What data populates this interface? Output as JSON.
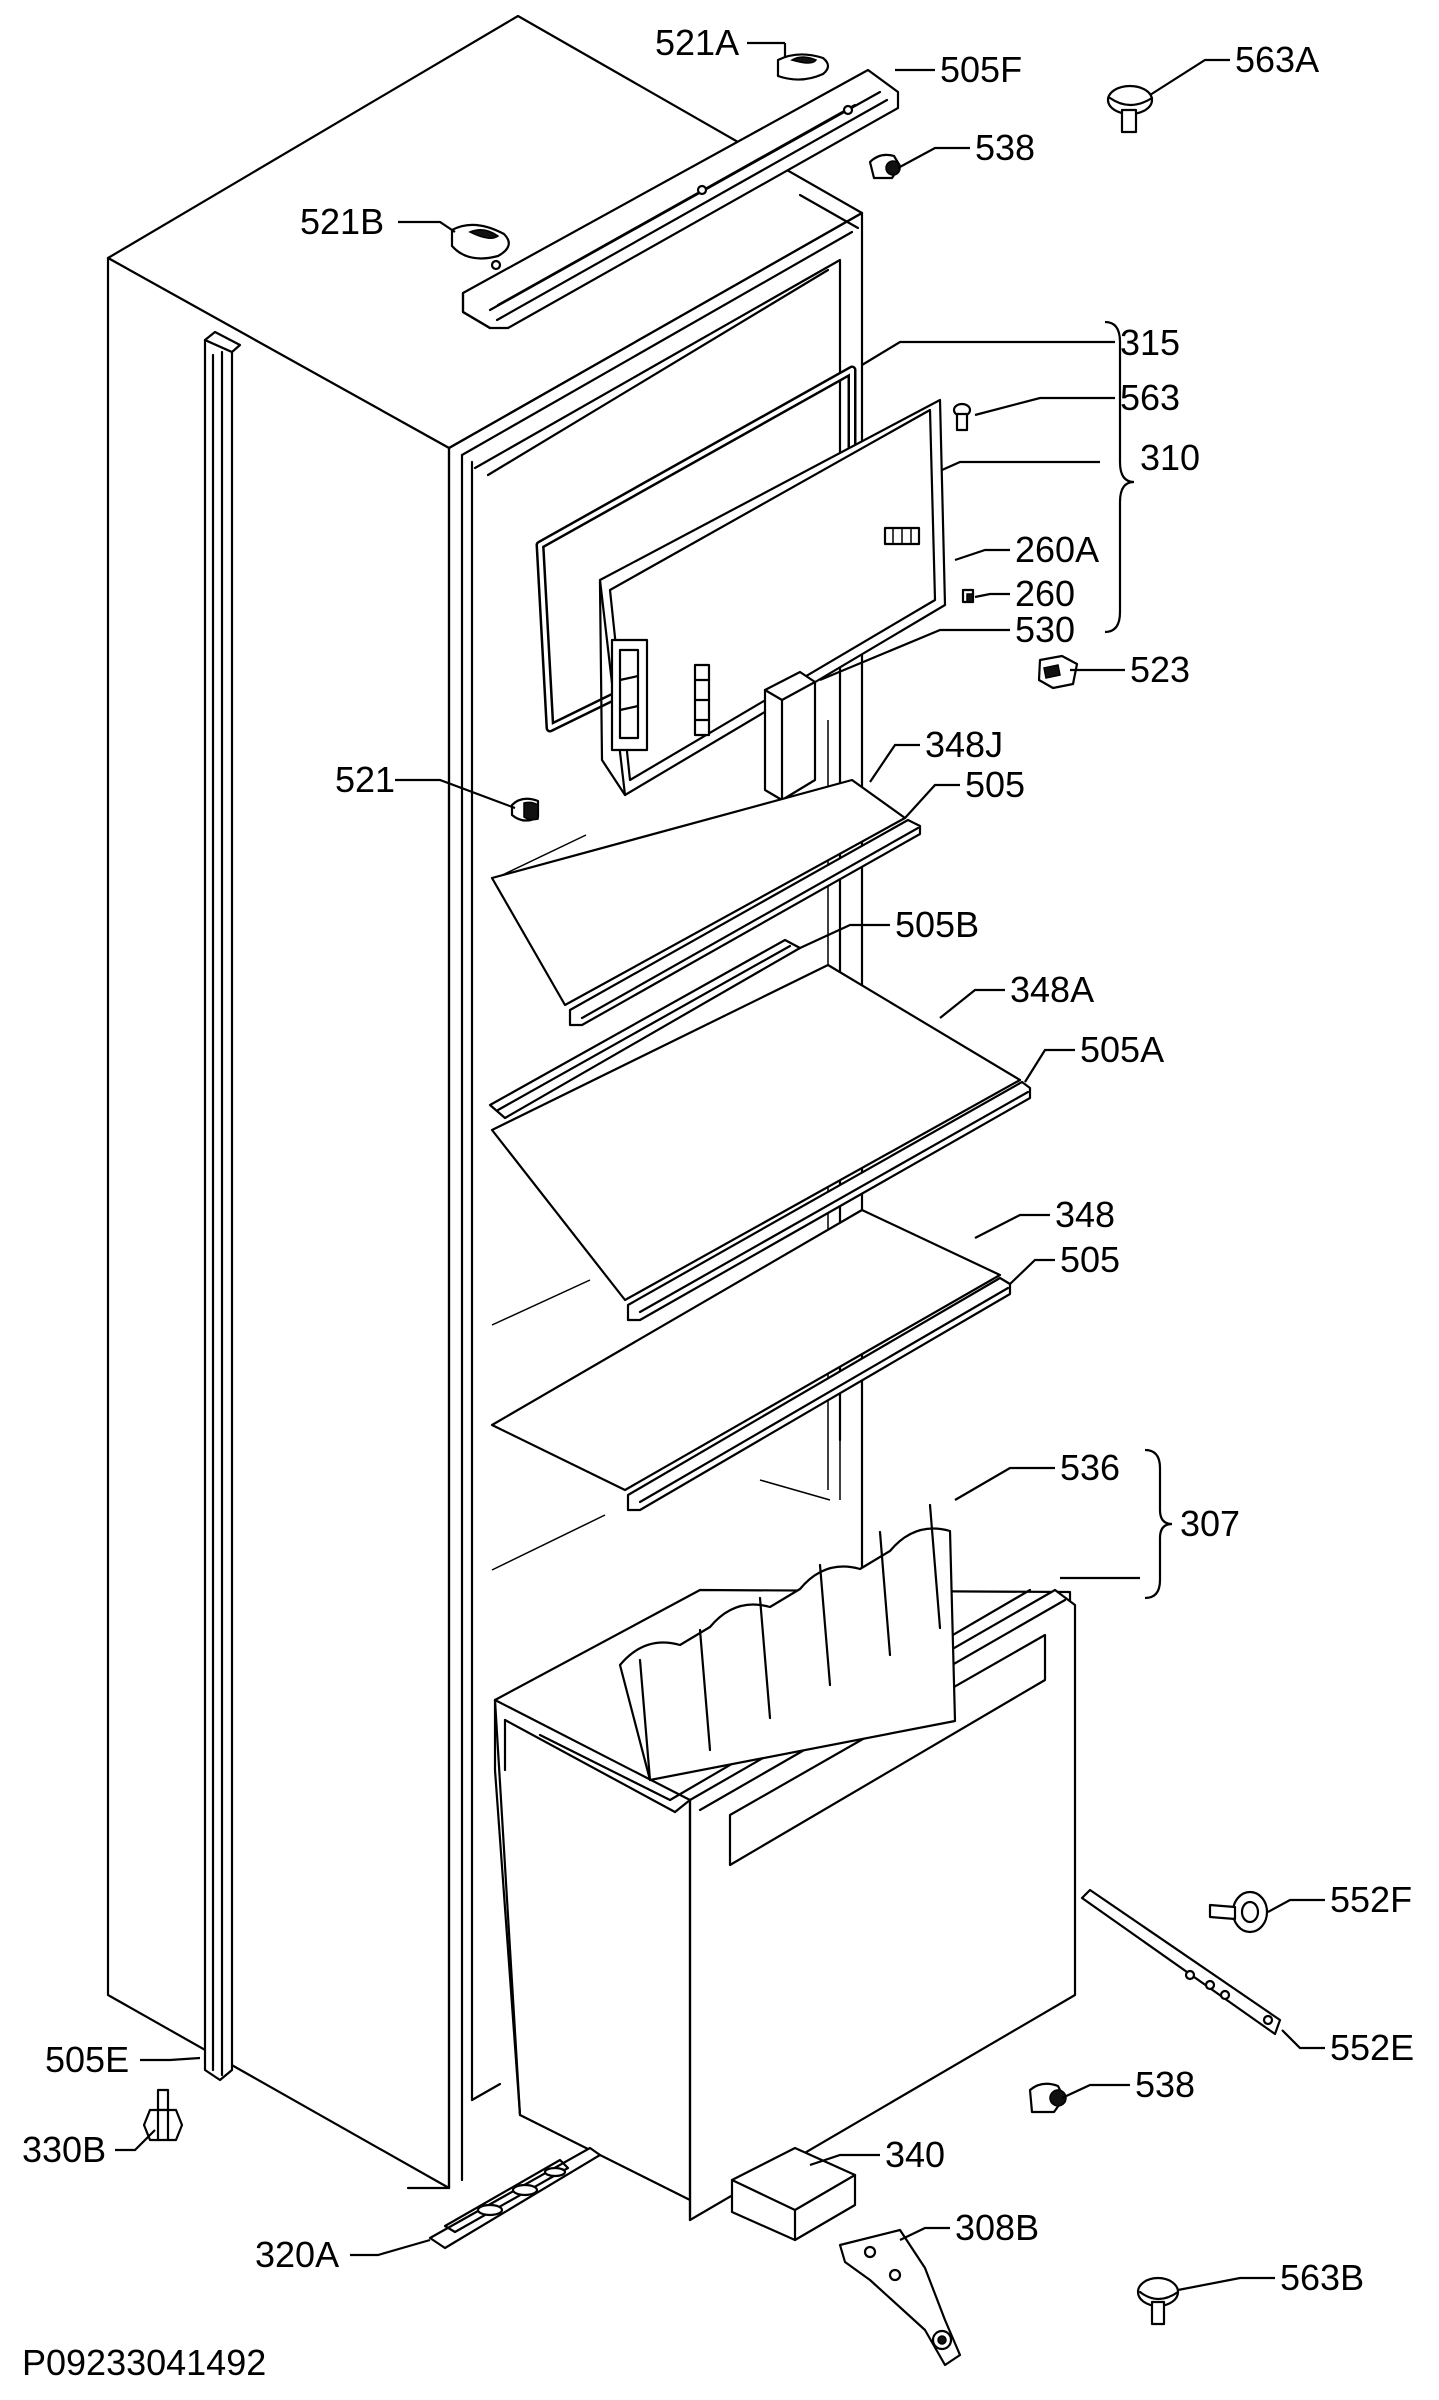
{
  "drawing_code": "P09233041492",
  "labels": {
    "l521A": "521A",
    "l505F": "505F",
    "l563A": "563A",
    "l538a": "538",
    "l521B": "521B",
    "l315": "315",
    "l563": "563",
    "l310": "310",
    "l260A": "260A",
    "l260": "260",
    "l530": "530",
    "l523": "523",
    "l521": "521",
    "l348J": "348J",
    "l505a": "505",
    "l505B": "505B",
    "l348A": "348A",
    "l505A": "505A",
    "l348": "348",
    "l505b": "505",
    "l536": "536",
    "l307": "307",
    "l552F": "552F",
    "l552E": "552E",
    "l505E": "505E",
    "l330B": "330B",
    "l538b": "538",
    "l340": "340",
    "l308B": "308B",
    "l320A": "320A",
    "l563B": "563B"
  }
}
